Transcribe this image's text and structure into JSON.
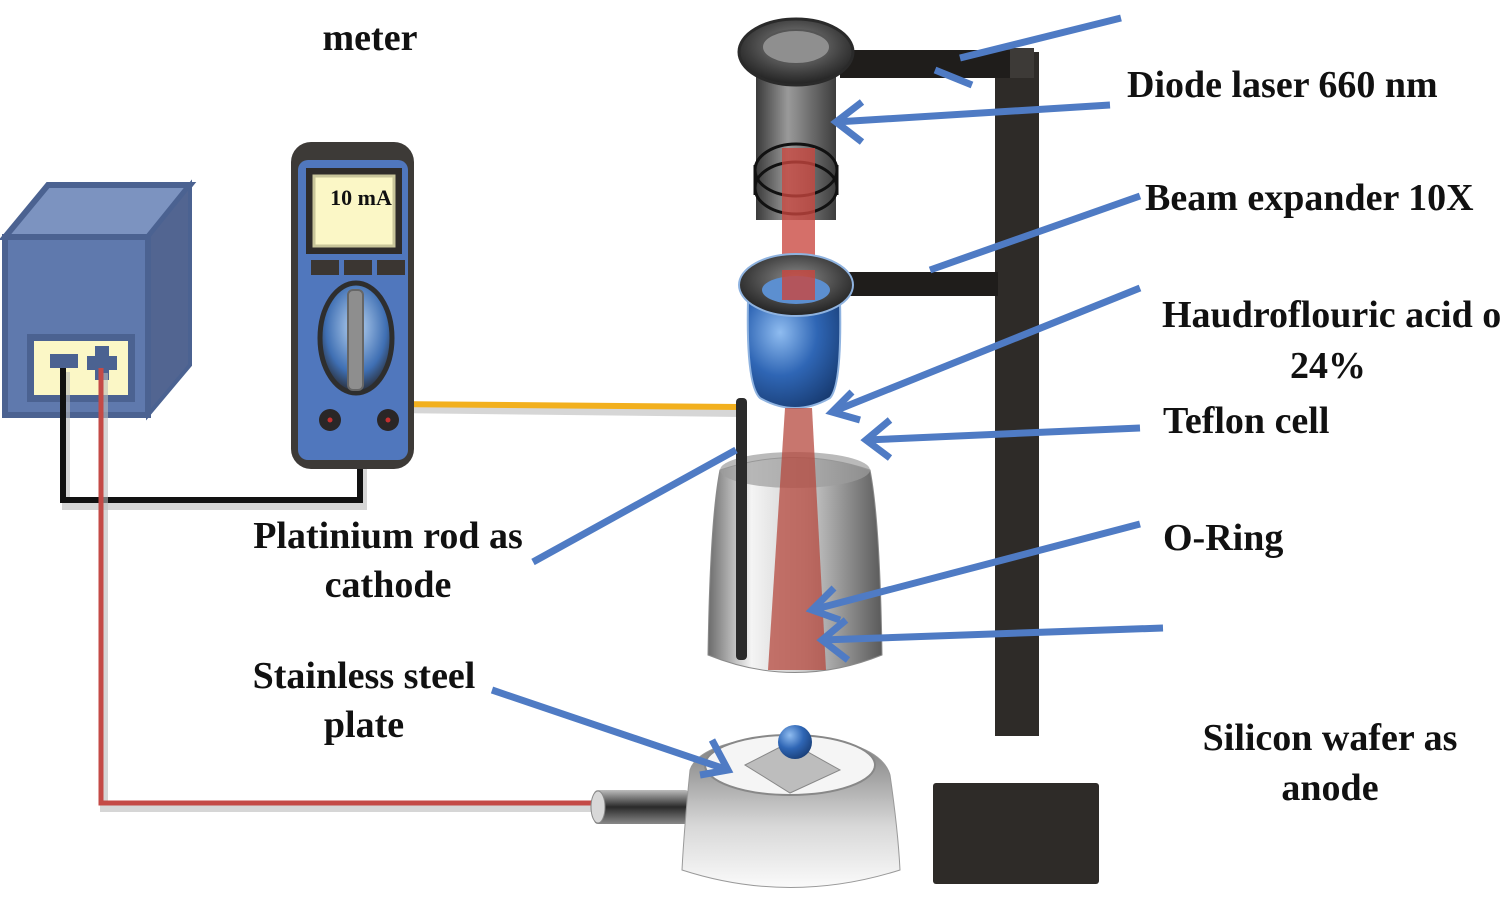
{
  "diagram": {
    "title_fragment": "meter",
    "meter_display": "10 mA",
    "labels": {
      "diode_laser": "Diode laser 660 nm",
      "beam_expander": "Beam expander 10X",
      "acid_line1": "Haudroflouric acid of",
      "acid_line2": "24%",
      "teflon_cell": "Teflon cell",
      "o_ring": "O-Ring",
      "platinum_line1": "Platinium rod as",
      "platinum_line2": "cathode",
      "steel_line1": "Stainless steel",
      "steel_line2": "plate",
      "silicon_line1": "Silicon wafer as",
      "silicon_line2": "anode"
    },
    "components": [
      "power-supply",
      "multimeter",
      "diode-laser",
      "beam-expander",
      "teflon-cell",
      "o-ring",
      "platinum-rod",
      "stainless-steel-plate",
      "silicon-wafer",
      "stand"
    ],
    "colors": {
      "arrow": "#4f7bc4",
      "power_supply": "#5f79ad",
      "laser_beam": "#c9463f",
      "wire_positive": "#c44a46",
      "wire_negative": "#111111",
      "wire_meter": "#f2b01e",
      "stand": "#2e2b28"
    }
  }
}
